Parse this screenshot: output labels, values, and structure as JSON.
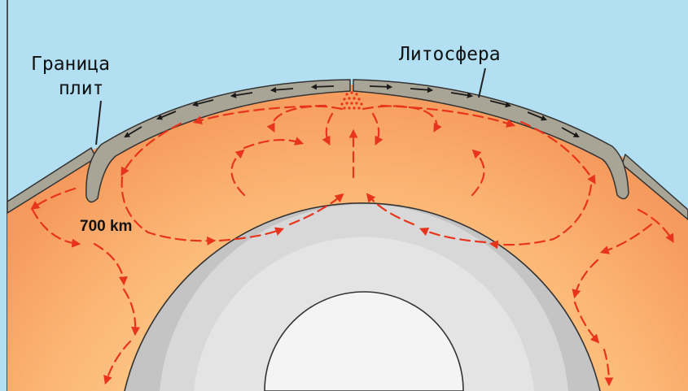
{
  "labels": {
    "plate_boundary_line1": "Граница",
    "plate_boundary_line2": "плит",
    "lithosphere": "Литосфера",
    "depth": "700 km"
  },
  "colors": {
    "sky": "#b2e0f2",
    "mantle_upper": "#f59a5c",
    "mantle_mid": "#fbb372",
    "mantle_lower": "#fdcf8c",
    "outer_core": "#c4c4c4",
    "inner_core": "#f0f0f0",
    "crust": "#a9a596",
    "arrow": "#e8341c"
  }
}
